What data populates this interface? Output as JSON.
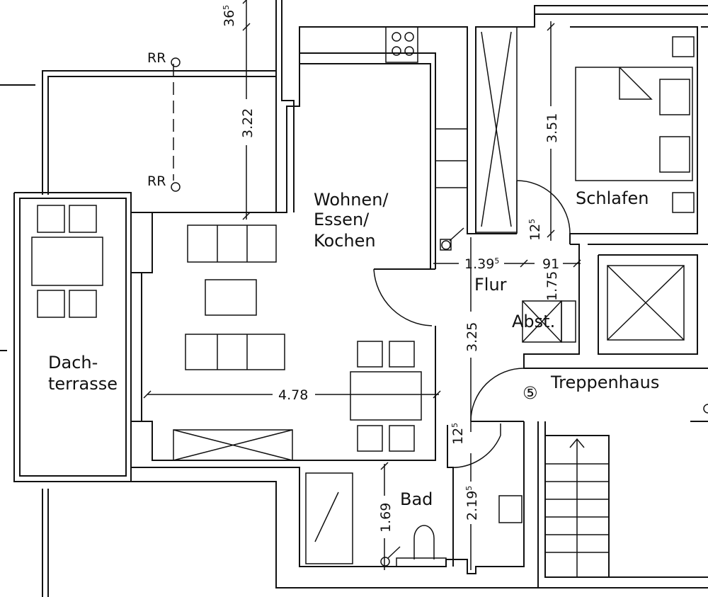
{
  "rooms": {
    "living": [
      "Wohnen/",
      "Essen/",
      "Kochen"
    ],
    "bedroom": "Schlafen",
    "hall": "Flur",
    "terrace": [
      "Dach-",
      "terrasse"
    ],
    "stairwell": "Treppenhaus",
    "stair_number": "⑤",
    "bath": "Bad",
    "storage": "Abst."
  },
  "markers": {
    "rr_top": "RR",
    "rr_bottom": "RR"
  },
  "dimensions": {
    "top_offset": {
      "main": "36",
      "sup": "5"
    },
    "terrace_depth": "3.22",
    "bedroom_length": "3.51",
    "living_width": "4.78",
    "hall_width": {
      "main": "1.39",
      "sup": "5"
    },
    "storage_width": "91",
    "storage_depth": "1.75",
    "hall_length": "3.25",
    "door_offset_top": {
      "main": "12",
      "sup": "5"
    },
    "door_offset_bath": {
      "main": "12",
      "sup": "5"
    },
    "bath_length": {
      "main": "2.19",
      "sup": "5"
    },
    "bath_width": "1.69"
  }
}
